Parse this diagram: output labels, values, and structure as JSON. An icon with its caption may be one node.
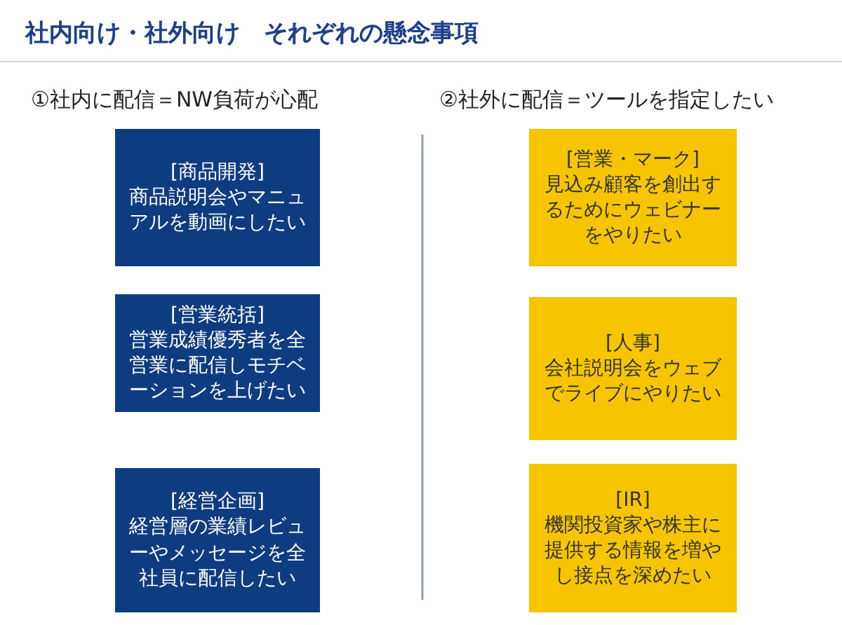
{
  "diagram": {
    "title": "社内向け・社外向け　それぞれの懸念事項",
    "nodes": [
      {
        "text": [
          "[商品開発]",
          "商品説明会やマニュアルを動画にしたい"
        ]
      },
      {
        "text": [
          "[営業統括]",
          "営業成績優秀者を全営業に配信しモチベーションを上げたい"
        ]
      },
      {
        "text": [
          "[経営企画]",
          "経営層の業績レビューやメッセージを全社員に配信したい"
        ]
      },
      {
        "text": [
          "[営業・マーク]",
          "見込み顧客を創出するためにウェビナーをやりたい"
        ]
      },
      {
        "text": [
          "[人事]",
          "会社説明会をウェブでライブにやりたい"
        ]
      },
      {
        "text": [
          "[IR]",
          "機関投資家や株主に提供する情報を増やし接点を深めたい"
        ]
      }
    ],
    "labels": [
      "①社内に配信＝NW負荷が心配",
      "②社外に配信＝ツールを指定したい"
    ]
  }
}
